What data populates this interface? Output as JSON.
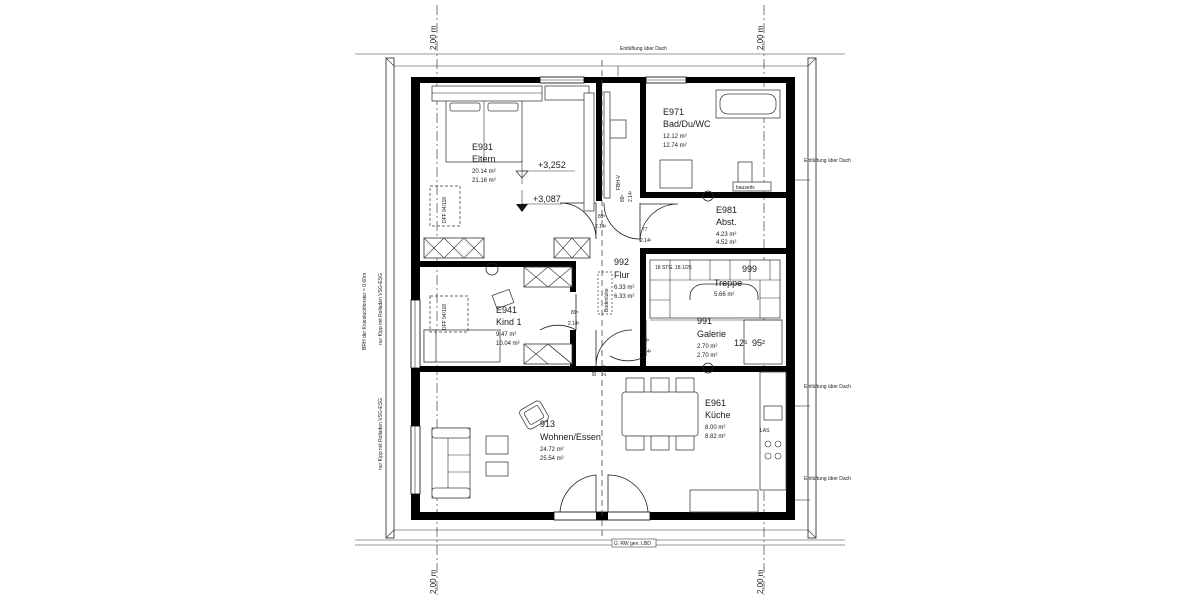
{
  "rooms": {
    "eltern": {
      "code": "E931",
      "name": "Eltern",
      "area1": "20.14 m²",
      "area2": "21.16 m²"
    },
    "bad": {
      "code": "E971",
      "name": "Bad/Du/WC",
      "area1": "12.12 m²",
      "area2": "12.74 m²"
    },
    "abst": {
      "code": "E981",
      "name": "Abst.",
      "area1": "4.23 m²",
      "area2": "4.52 m²"
    },
    "flur": {
      "code": "992",
      "name": "Flur",
      "area1": "6.33 m²",
      "area2": "6.33 m²"
    },
    "treppe": {
      "code": "999",
      "name": "Treppe",
      "area1": "5.66 m²",
      "stairs_note": "18 STG. 18.1/25"
    },
    "galerie": {
      "code": "991",
      "name": "Galerie",
      "area1": "2.70 m²",
      "area2": "2.70 m²"
    },
    "kind": {
      "code": "E941",
      "name": "Kind 1",
      "area1": "9.47 m²",
      "area2": "10.04 m²"
    },
    "wohnen": {
      "code": "913",
      "name": "Wohnen/Essen",
      "area1": "24.72 m²",
      "area2": "25.54 m²"
    },
    "kueche": {
      "code": "E961",
      "name": "Küche",
      "area1": "8.00 m²",
      "area2": "8.82 m²"
    }
  },
  "levels": {
    "upper": "+3,252",
    "lower": "+3,087"
  },
  "dimensions": {
    "top_left": "2.00 m",
    "top_right": "2.00 m",
    "bottom_left": "2.00 m",
    "bottom_right": "2.00 m",
    "galerie_w": "12⁵",
    "galerie_h": "95²",
    "door_eltern": {
      "w": "89⁵",
      "h": "2.14¹"
    },
    "door_bad": {
      "w": "89⁵",
      "h": "2.14¹"
    },
    "door_abst": {
      "w": "77",
      "h": "2.14¹"
    },
    "door_kind": {
      "w": "89⁵",
      "h": "2.14¹"
    },
    "door_galerie": {
      "w": "89⁵",
      "h": "2.14¹"
    },
    "door_wohnen": {
      "w": "89⁵",
      "h": "2.14¹"
    }
  },
  "labels": {
    "vent_top": "Entlüftung über Dach",
    "vent_bad": "Entlüftung über Dach",
    "vent_kueche": "Entlüftung über Dach",
    "vent_kueche2": "Entlüftung über Dach",
    "brh_note": "BRH der Kniestockfenster = 0.60m",
    "window_note_upper": "nur Kipp mit Rolladen VSG-ESG",
    "window_note_lower": "nur Kipp mit Rolladen VSG-ESG",
    "dff1": "DFF 94/118",
    "dff2": "DFF 94/118",
    "fbh": "FBH-V",
    "bodenluke": "Bodenluke",
    "las": "LAS",
    "bauseits": "bauseits",
    "rw": "Ü. RW gen. LBD"
  },
  "colors": {
    "wall": "#000000",
    "line": "#222222",
    "background": "#ffffff"
  }
}
